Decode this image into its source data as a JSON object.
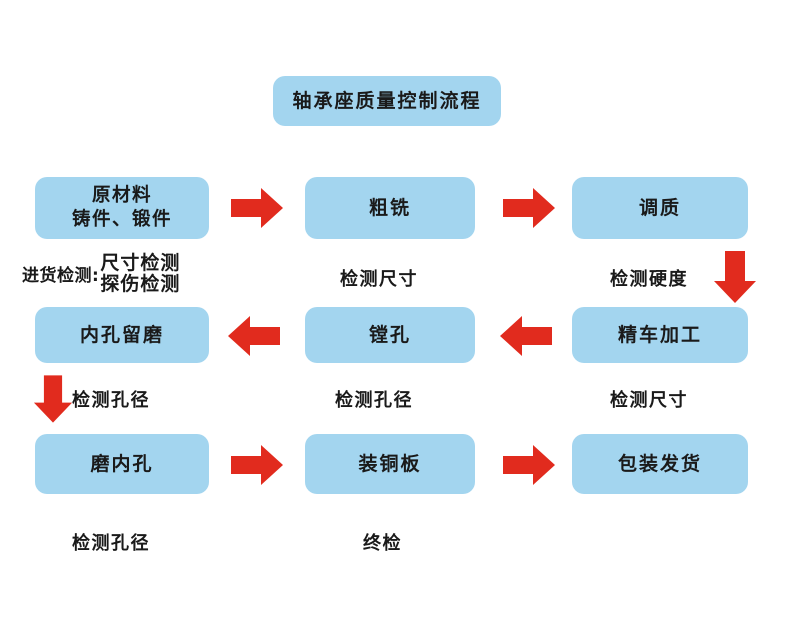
{
  "diagram": {
    "title": "轴承座质量控制流程",
    "accent_box_color": "#a3d5ef",
    "accent_arrow_color": "#e12b1e",
    "text_color": "#1a1a1a",
    "steps": [
      {
        "id": "raw-material",
        "line1": "原材料",
        "line2": "铸件、锻件"
      },
      {
        "id": "rough-milling",
        "line1": "粗铣"
      },
      {
        "id": "quenching-tempering",
        "line1": "调质"
      },
      {
        "id": "inner-hole-reserve-grinding",
        "line1": "内孔留磨"
      },
      {
        "id": "boring",
        "line1": "镗孔"
      },
      {
        "id": "fine-turning",
        "line1": "精车加工"
      },
      {
        "id": "grind-inner-hole",
        "line1": "磨内孔"
      },
      {
        "id": "install-copper-plate",
        "line1": "装铜板"
      },
      {
        "id": "packing-shipping",
        "line1": "包装发货"
      }
    ],
    "captions": {
      "incoming_prefix": "进货检测:",
      "incoming_line1": "尺寸检测",
      "incoming_line2": "探伤检测",
      "rough_milling": "检测尺寸",
      "quenching": "检测硬度",
      "reserve_grinding": "检测孔径",
      "boring": "检测孔径",
      "fine_turning": "检测尺寸",
      "grind_inner_hole": "检测孔径",
      "copper_plate": "终检"
    },
    "arrows": [
      {
        "id": "arrow-raw-to-rough",
        "direction": "right"
      },
      {
        "id": "arrow-rough-to-quench",
        "direction": "right"
      },
      {
        "id": "arrow-quench-to-fine-turning",
        "direction": "down"
      },
      {
        "id": "arrow-fine-turning-to-boring",
        "direction": "left"
      },
      {
        "id": "arrow-boring-to-reserve-grinding",
        "direction": "left"
      },
      {
        "id": "arrow-reserve-grinding-to-grind",
        "direction": "down"
      },
      {
        "id": "arrow-grind-to-copper",
        "direction": "right"
      },
      {
        "id": "arrow-copper-to-packing",
        "direction": "right"
      }
    ]
  }
}
